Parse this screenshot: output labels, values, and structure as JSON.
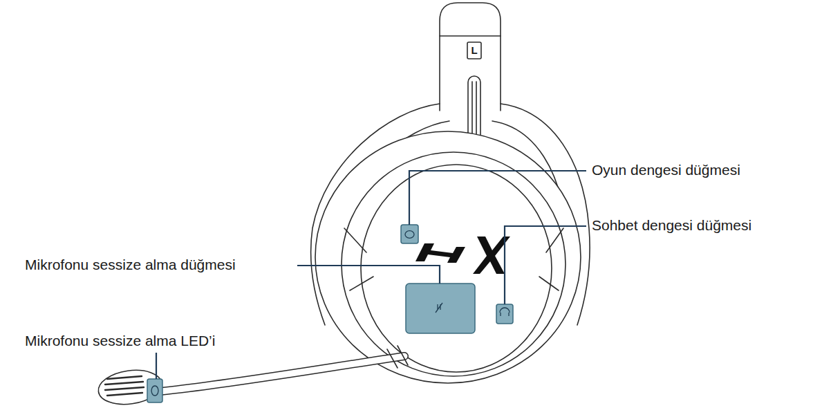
{
  "diagram": {
    "labels": [
      "L",
      "Oyun dengesi düğmesi",
      "Sohbet dengesi düğmesi",
      "Mikrofonu sessize alma düğmesi",
      "Mikrofonu sessize alma LED’i"
    ]
  }
}
